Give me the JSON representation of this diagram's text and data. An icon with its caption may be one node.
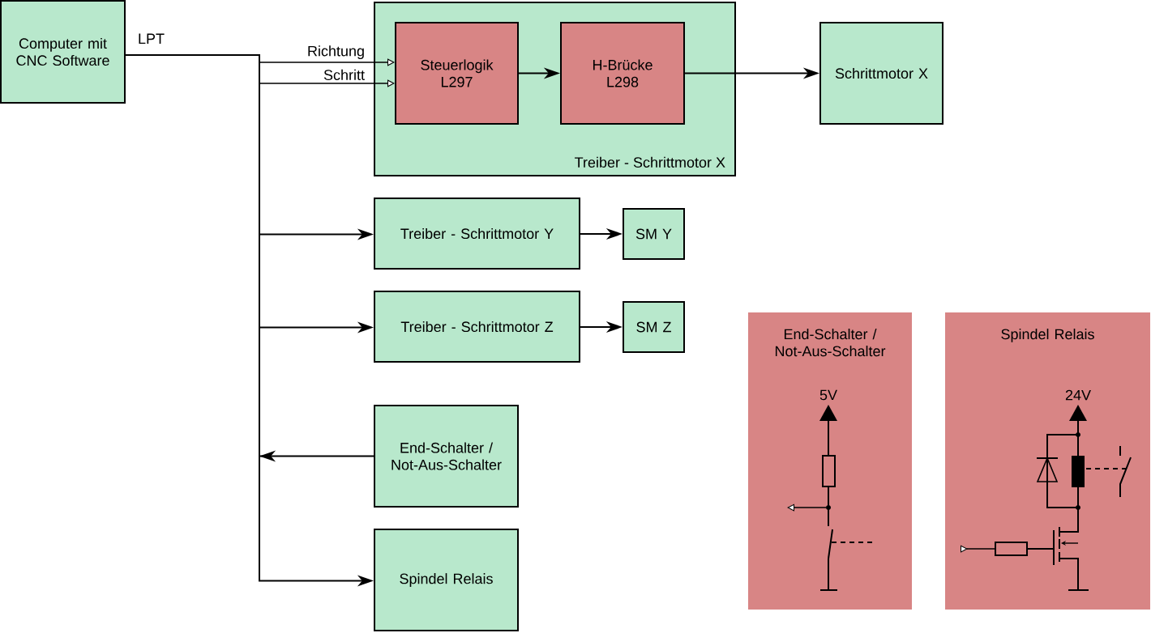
{
  "diagram": {
    "nodes": [
      {
        "text": [
          "Computer mit CNC Software"
        ],
        "beside": [
          "LPT"
        ]
      },
      {
        "text": [
          "Treiber - Schrittmotor X"
        ]
      },
      {
        "text": [
          "Steuerlogik L297"
        ],
        "in": 1
      },
      {
        "text": [
          "H-Brücke L298"
        ],
        "in": 1
      },
      {
        "text": [
          "Schrittmotor X"
        ]
      },
      {
        "text": [
          "Treiber - Schrittmotor Y"
        ]
      },
      {
        "text": [
          "SM Y"
        ]
      },
      {
        "text": [
          "Treiber - Schrittmotor Z"
        ]
      },
      {
        "text": [
          "SM Z"
        ]
      },
      {
        "text": [
          "End-Schalter / Not-Aus-Schalter"
        ]
      },
      {
        "text": [
          "Spindel Relais"
        ]
      },
      {
        "text": [
          "End-Schalter / Not-Aus-Schalter"
        ]
      },
      {
        "text": [
          "Spindel Relais"
        ]
      }
    ],
    "edges": [
      {
        "from": 0,
        "to": 2,
        "arrow": "to",
        "label": "Richtung"
      },
      {
        "from": 0,
        "to": 2,
        "arrow": "to",
        "label": "Schritt"
      },
      {
        "from": 2,
        "to": 3,
        "arrow": "to"
      },
      {
        "from": 3,
        "to": 4,
        "arrow": "to"
      },
      {
        "from": 0,
        "to": 5,
        "arrow": "to"
      },
      {
        "from": 5,
        "to": 6,
        "arrow": "to"
      },
      {
        "from": 0,
        "to": 7,
        "arrow": "to"
      },
      {
        "from": 7,
        "to": 8,
        "arrow": "to"
      },
      {
        "from": 9,
        "to": 0,
        "arrow": "to"
      },
      {
        "from": 0,
        "to": 10,
        "arrow": "to"
      }
    ],
    "labels": [
      "5V",
      "24V"
    ]
  }
}
